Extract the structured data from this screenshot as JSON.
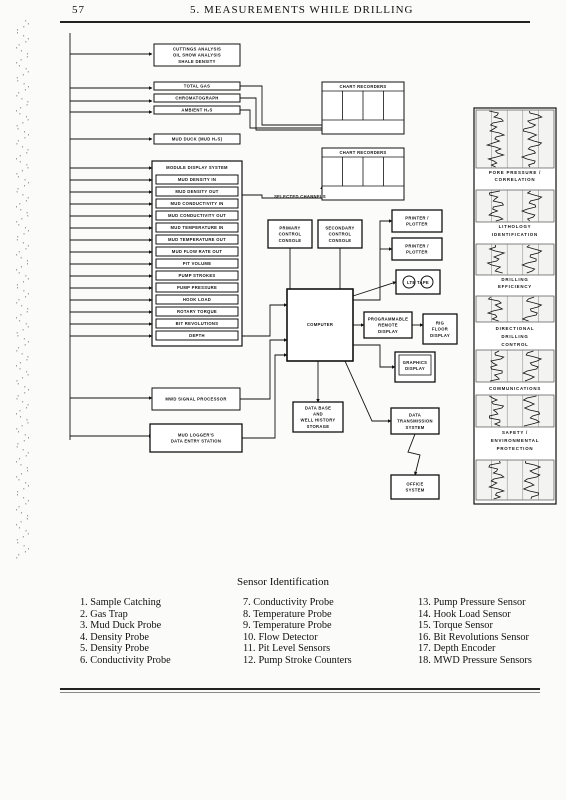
{
  "header": {
    "page_number": "57",
    "running_title": "5. MEASUREMENTS WHILE DRILLING"
  },
  "diagram": {
    "left_boxes": {
      "cuttings": [
        "CUTTINGS ANALYSIS",
        "OIL SHOW ANALYSIS",
        "SHALE DENSITY"
      ],
      "gas": [
        "TOTAL GAS",
        "CHROMATOGRAPH",
        "AMBIENT H₂S"
      ],
      "mud_duck": "MUD DUCK (MUD H₂S)",
      "module_title": "MODULE DISPLAY SYSTEM",
      "module_items": [
        "MUD DENSITY IN",
        "MUD DENSITY OUT",
        "MUD CONDUCTIVITY IN",
        "MUD CONDUCTIVITY OUT",
        "MUD TEMPERATURE IN",
        "MUD TEMPERATURE OUT",
        "MUD FLOW RATE OUT",
        "PIT VOLUME",
        "PUMP STROKES",
        "PUMP PRESSURE",
        "HOOK LOAD",
        "ROTARY TORQUE",
        "BIT REVOLUTIONS",
        "DEPTH"
      ],
      "mwd": "MWD SIGNAL PROCESSOR",
      "mud_logger": [
        "MUD LOGGER'S",
        "DATA ENTRY STATION"
      ]
    },
    "chart_recorders_1": "CHART RECORDERS",
    "chart_recorders_2": "CHART RECORDERS",
    "selected_channels": "SELECTED CHANNELS",
    "primary_console": [
      "PRIMARY",
      "CONTROL",
      "CONSOLE"
    ],
    "secondary_console": [
      "SECONDARY",
      "CONTROL",
      "CONSOLE"
    ],
    "printer1": [
      "PRINTER /",
      "PLOTTER"
    ],
    "printer2": [
      "PRINTER /",
      "PLOTTER"
    ],
    "tape": "LTE TAPE",
    "computer": "COMPUTER",
    "remote_display": [
      "PROGRAMMABLE",
      "REMOTE",
      "DISPLAY"
    ],
    "rig_floor": [
      "RIG",
      "FLOOR",
      "DISPLAY"
    ],
    "graphics": [
      "GRAPHICS",
      "DISPLAY"
    ],
    "database": [
      "DATA BASE",
      "AND",
      "WELL HISTORY",
      "STORAGE"
    ],
    "transmission": [
      "DATA",
      "TRANSMISSION",
      "SYSTEM"
    ],
    "office": [
      "OFFICE",
      "SYSTEM"
    ],
    "panel_labels": [
      [
        "PORE PRESSURE /",
        "CORRELATION"
      ],
      [
        "LITHOLOGY",
        "IDENTIFICATION"
      ],
      [
        "DRILLING",
        "EFFICIENCY"
      ],
      [
        "DIRECTIONAL",
        "DRILLING",
        "CONTROL"
      ],
      [
        "COMMUNICATIONS"
      ],
      [
        "SAFETY /",
        "ENVIRONMENTAL",
        "PROTECTION"
      ]
    ]
  },
  "caption": {
    "title": "Sensor Identification",
    "col1": [
      "1. Sample Catching",
      "2. Gas Trap",
      "3. Mud Duck Probe",
      "4. Density Probe",
      "5. Density Probe",
      "6. Conductivity Probe"
    ],
    "col2": [
      "7. Conductivity Probe",
      "8. Temperature Probe",
      "9. Temperature Probe",
      "10. Flow Detector",
      "11. Pit Level Sensors",
      "12. Pump Stroke Counters"
    ],
    "col3": [
      "13. Pump Pressure Sensor",
      "14. Hook Load Sensor",
      "15. Torque Sensor",
      "16. Bit Revolutions Sensor",
      "17. Depth Encoder",
      "18. MWD Pressure Sensors"
    ]
  }
}
